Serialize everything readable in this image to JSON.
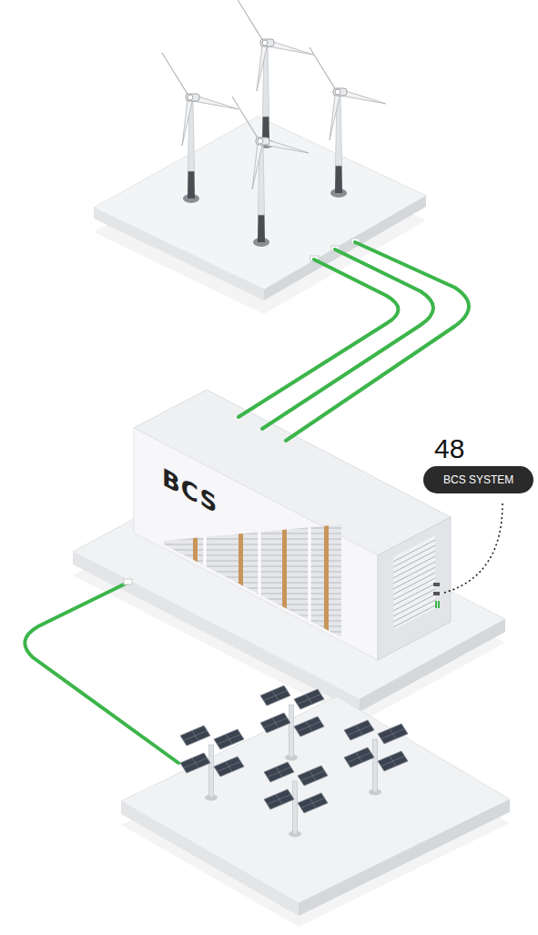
{
  "diagram": {
    "nodes": [
      {
        "text": [
          "48",
          "BCS SYSTEM"
        ]
      }
    ],
    "labels": [
      "BCS"
    ]
  }
}
